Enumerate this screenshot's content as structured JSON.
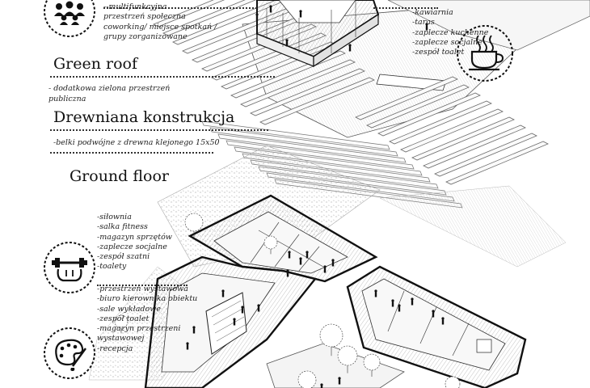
{
  "sections": {
    "upper_left_list": [
      "--multifunkcyjna",
      "przestrzeń społeczna",
      "coworking/ miejsce spotkań /",
      "grupy zorganizowane"
    ],
    "upper_right_list": [
      "-kawiarnia",
      "-taras",
      "-zaplecze kuchenne",
      "-zaplecze socjalne",
      "-zespół toalet"
    ],
    "green_roof": {
      "title": "Green roof",
      "desc": [
        "- dodatkowa zielona przestrzeń",
        "publiczna"
      ]
    },
    "wood_construction": {
      "title": "Drewniana konstrukcja",
      "desc": "-belki podwójne z drewna klejonego 15x50"
    },
    "ground_floor": {
      "title": "Ground floor",
      "sport_list": [
        "-siłownia",
        "-salka fitness",
        "-magazyn sprzętów",
        "-zaplecze socjalne",
        "-zespół szatni",
        "-toalety"
      ],
      "culture_list": [
        "-przestrzeń wystawowa",
        "-biuro kierownika obiektu",
        "-sale wykładowe",
        "-zespół toalet",
        "-magazyn przestrzeni",
        "wystawowej",
        "-recepcja"
      ]
    }
  },
  "icons": {
    "group": "people-group-icon",
    "cafe": "coffee-cup-icon",
    "gym": "dumbbell-arm-icon",
    "art": "palette-brush-icon"
  }
}
